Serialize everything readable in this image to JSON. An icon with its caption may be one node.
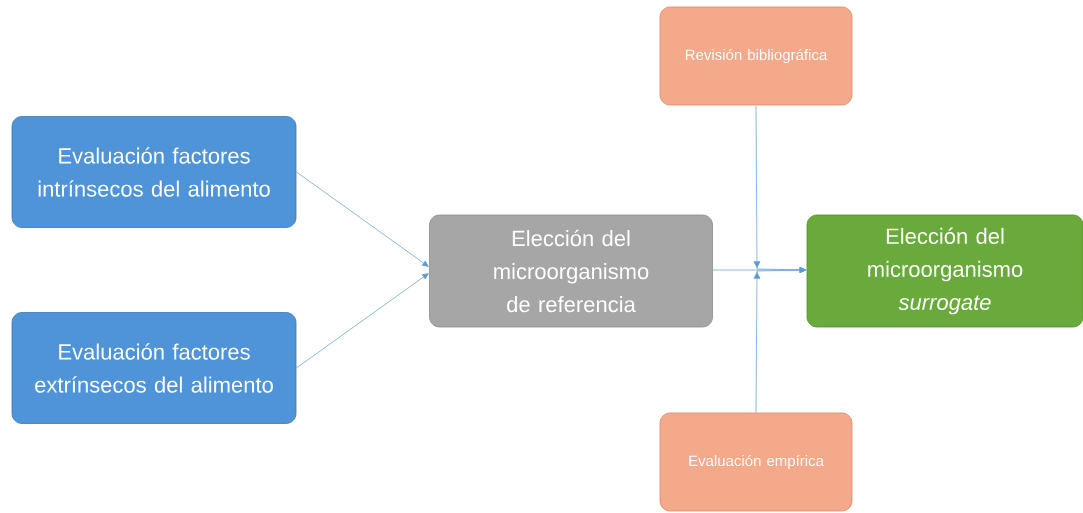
{
  "diagram": {
    "nodes": [
      {
        "text": [
          "Evaluación factores intrínsecos del alimento"
        ]
      },
      {
        "text": [
          "Evaluación factores extrínsecos del alimento"
        ]
      },
      {
        "text": [
          "Elección del microorganismo de referencia"
        ]
      },
      {
        "text": [
          "Revisión bibliográfica"
        ]
      },
      {
        "text": [
          "Evaluación empírica"
        ]
      },
      {
        "text": [
          "Elección del microorganismo *surrogate*"
        ]
      }
    ],
    "edges": [
      {
        "from": 0,
        "to": 2,
        "arrow": "to"
      },
      {
        "from": 1,
        "to": 2,
        "arrow": "to"
      },
      {
        "from": 2,
        "to": 5,
        "arrow": "to"
      },
      {
        "from": 3,
        "to": 5,
        "arrow": "to"
      },
      {
        "from": 4,
        "to": 5,
        "arrow": "to"
      }
    ]
  }
}
